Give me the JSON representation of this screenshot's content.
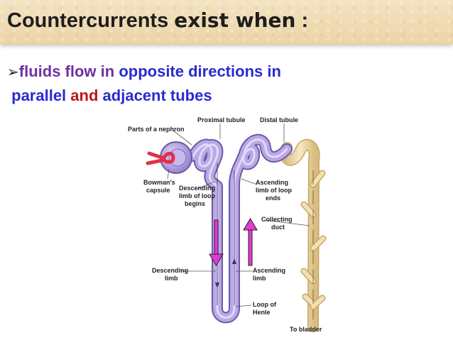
{
  "title": {
    "part1": "Countercurrents",
    "part2": "exist when",
    "colon": ":"
  },
  "bullet": {
    "marker": "➢",
    "w1": "fluids flow in",
    "w2": "opposite directions in",
    "w3": "parallel",
    "w4": "and",
    "w5": "adjacent tubes"
  },
  "diagram": {
    "labels": {
      "parts_of_nephron": "Parts of a nephron",
      "proximal_tubule": "Proximal tubule",
      "distal_tubule": "Distal tubule",
      "bowmans_1": "Bowman's",
      "bowmans_2": "capsule",
      "desc_begins_1": "Descending",
      "desc_begins_2": "limb of loop",
      "desc_begins_3": "begins",
      "asc_ends_1": "Ascending",
      "asc_ends_2": "limb of loop",
      "asc_ends_3": "ends",
      "collecting_1": "Collecting",
      "collecting_2": "duct",
      "desc_limb_1": "Descending",
      "desc_limb_2": "limb",
      "asc_limb_1": "Ascending",
      "asc_limb_2": "limb",
      "loop_1": "Loop of",
      "loop_2": "Henle",
      "to_bladder": "To bladder"
    },
    "colors": {
      "nephron": "#b7a6e2",
      "collecting_duct": "#efd9a6",
      "arrow": "#e23ad6"
    }
  }
}
